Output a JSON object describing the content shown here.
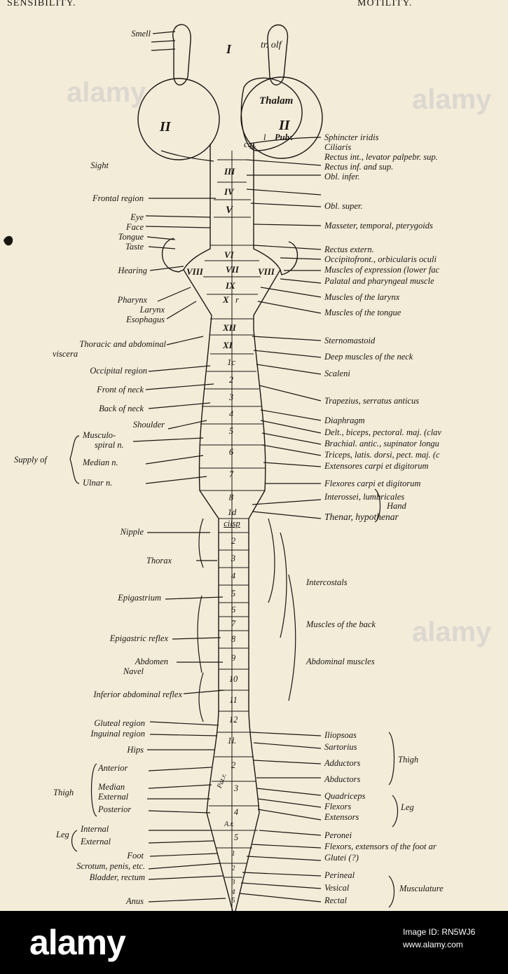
{
  "header": {
    "left": "SENSIBILITY.",
    "right": "MOTILITY."
  },
  "brain_labels": {
    "olfactory_numeral": "I",
    "olfactory_tract": "tr. olf",
    "thalamus": "Thalam",
    "optic_left": "II",
    "optic_right": "II",
    "pulvinar": "Pulv.",
    "corpus_gen": "c.g.",
    "lat": "l"
  },
  "cranial_nuclei": [
    "III",
    "IV",
    "V",
    "VI",
    "VII",
    "VIII",
    "VIII",
    "IX",
    "X",
    "r",
    "XII",
    "XI"
  ],
  "segments": {
    "cervical": [
      "1c",
      "2",
      "3",
      "4",
      "5",
      "6",
      "7",
      "8"
    ],
    "thoracic_top": "1d",
    "ciliospinal": "cilsp",
    "thoracic": [
      "2",
      "3",
      "4",
      "5",
      "6",
      "7",
      "8",
      "9",
      "10",
      "11",
      "12"
    ],
    "lumbar": [
      "1l.",
      "2",
      "3",
      "4",
      "5"
    ],
    "sacral": [
      "1",
      "2",
      "3",
      "4",
      "5"
    ],
    "patellar": "Pat.r.",
    "ankle": "A.r."
  },
  "left_labels": [
    "Smell",
    "Sight",
    "Frontal region",
    "Eye",
    "Face",
    "Tongue",
    "Taste",
    "Hearing",
    "Pharynx",
    "Larynx",
    "Esophagus",
    "Thoracic and abdominal",
    "viscera",
    "Occipital region",
    "Front of neck",
    "Back of neck",
    "Shoulder",
    "Musculo-",
    "spiral n.",
    "Supply of",
    "Median n.",
    "Ulnar n.",
    "Nipple",
    "Thorax",
    "Epigastrium",
    "Epigastric reflex",
    "Abdomen",
    "Navel",
    "Inferior abdominal reflex",
    "Gluteal region",
    "Inguinal region",
    "Hips",
    "Anterior",
    "Median",
    "External",
    "Posterior",
    "Thigh",
    "Internal",
    "External",
    "Leg",
    "Foot",
    "Scrotum, penis, etc.",
    "Bladder, rectum",
    "Anus"
  ],
  "right_labels": [
    "Sphincter iridis",
    "Ciliaris",
    "Rectus int., levator palpebr. sup.",
    "Rectus inf. and sup.",
    "Obl. infer.",
    "Obl. super.",
    "Masseter, temporal, pterygoids",
    "Rectus extern.",
    "Occipitofront., orbicularis oculi",
    "Muscles of expression (lower fac",
    "Palatal and pharyngeal muscle",
    "Muscles of the larynx",
    "Muscles of the tongue",
    "Sternomastoid",
    "Deep muscles of the neck",
    "Scaleni",
    "Trapezius, serratus anticus",
    "Diaphragm",
    "Delt., biceps, pectoral. maj. (clav",
    "Brachial. antic., supinator longu",
    "Triceps, latis. dorsi, pect. maj. (c",
    "Extensores carpi et digitorum",
    "Flexores carpi et digitorum",
    "Interossei, lumbricales",
    "Hand",
    "Thenar, hypothenar",
    "Intercostals",
    "Muscles of the back",
    "Abdominal muscles",
    "Iliopsoas",
    "Sartorius",
    "Adductors",
    "Thigh",
    "Abductors",
    "Quadriceps",
    "Flexors",
    "Extensors",
    "Leg",
    "Peronei",
    "Flexors, extensors of the foot ar",
    "Glutei (?)",
    "Perineal",
    "Vesical",
    "Rectal",
    "Musculature"
  ],
  "watermarks": [
    "alamy",
    "alamy",
    "alamy"
  ],
  "footer": {
    "brand": "alamy",
    "image_id_label": "Image ID: RN5WJ6",
    "site": "www.alamy.com"
  }
}
